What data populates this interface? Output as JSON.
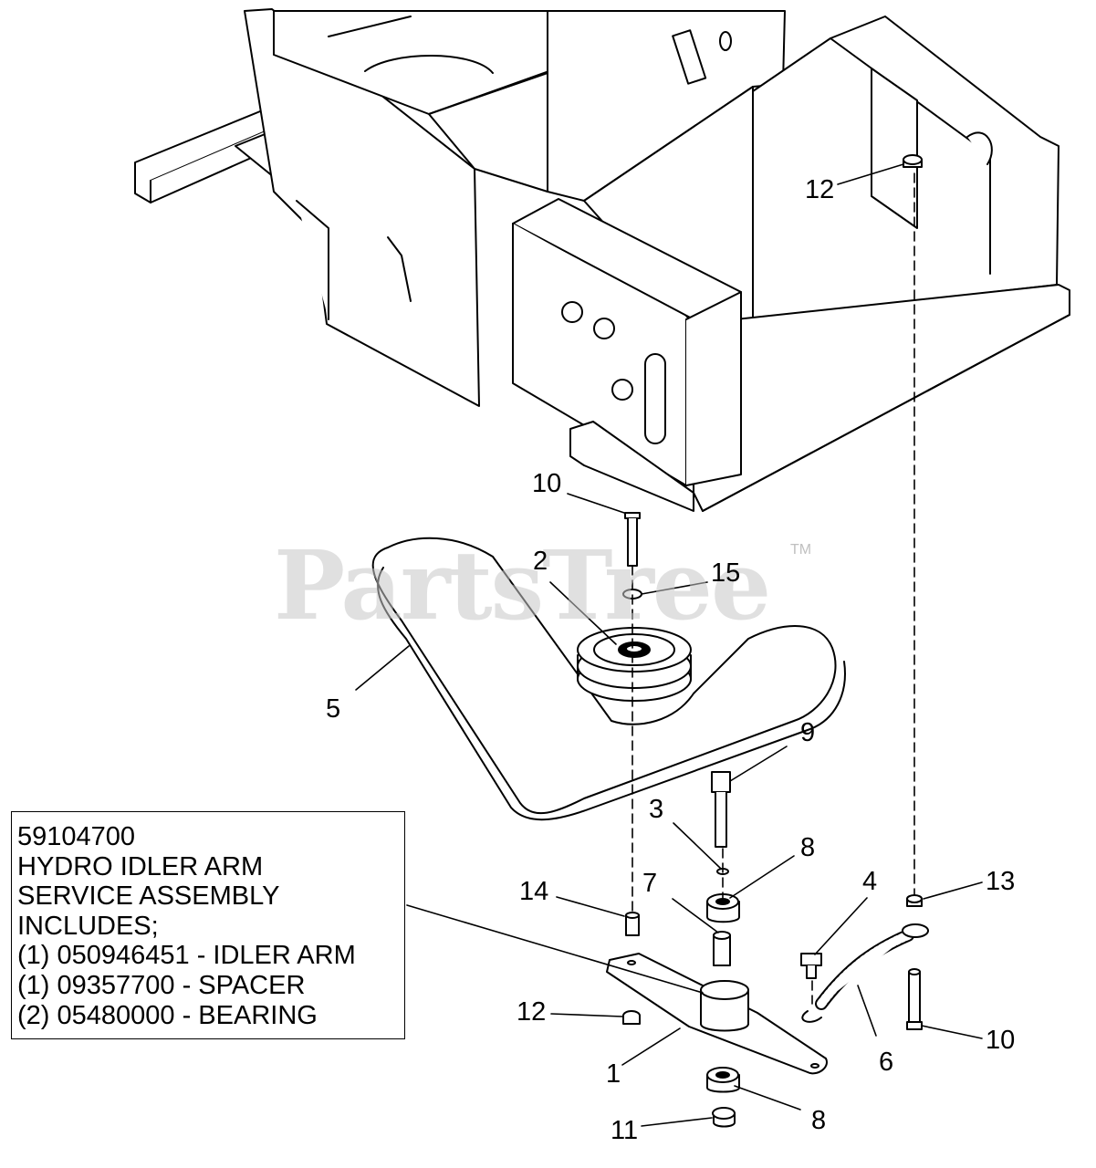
{
  "watermark": {
    "text": "PartsTree",
    "trademark": "TM"
  },
  "callouts": {
    "c1": "1",
    "c2": "2",
    "c3": "3",
    "c4": "4",
    "c5": "5",
    "c6": "6",
    "c7": "7",
    "c8a": "8",
    "c8b": "8",
    "c9": "9",
    "c10a": "10",
    "c10b": "10",
    "c11": "11",
    "c12a": "12",
    "c12b": "12",
    "c13": "13",
    "c14": "14",
    "c15": "15"
  },
  "note": {
    "lines": [
      "59104700",
      "HYDRO IDLER ARM",
      "SERVICE ASSEMBLY",
      "INCLUDES;",
      "(1) 050946451 - IDLER ARM",
      "(1) 09357700 - SPACER",
      "(2) 05480000 - BEARING"
    ]
  }
}
